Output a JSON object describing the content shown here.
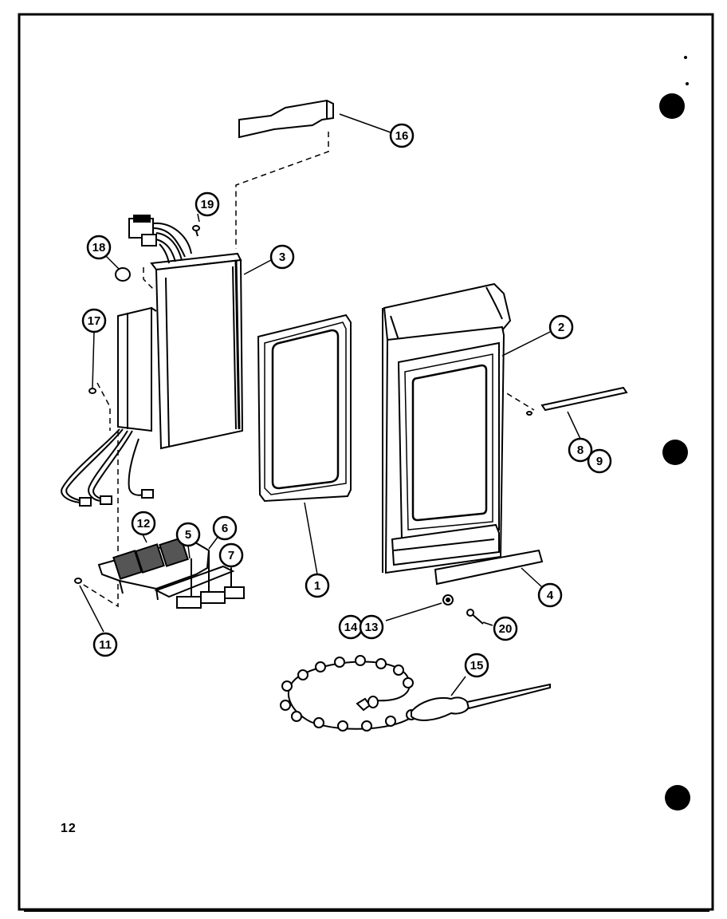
{
  "page_number": "12",
  "callouts": [
    {
      "id": "c16a",
      "label": "16"
    },
    {
      "id": "c19",
      "label": "19"
    },
    {
      "id": "c18",
      "label": "18"
    },
    {
      "id": "c3",
      "label": "3"
    },
    {
      "id": "c17",
      "label": "17"
    },
    {
      "id": "c2",
      "label": "2"
    },
    {
      "id": "c8",
      "label": "8"
    },
    {
      "id": "c9",
      "label": "9"
    },
    {
      "id": "c12",
      "label": "12"
    },
    {
      "id": "c5",
      "label": "5"
    },
    {
      "id": "c6",
      "label": "6"
    },
    {
      "id": "c7",
      "label": "7"
    },
    {
      "id": "c1",
      "label": "1"
    },
    {
      "id": "c4",
      "label": "4"
    },
    {
      "id": "c11",
      "label": "11"
    },
    {
      "id": "c14",
      "label": "14"
    },
    {
      "id": "c13",
      "label": "13"
    },
    {
      "id": "c20",
      "label": "20"
    },
    {
      "id": "c15",
      "label": "15"
    }
  ]
}
